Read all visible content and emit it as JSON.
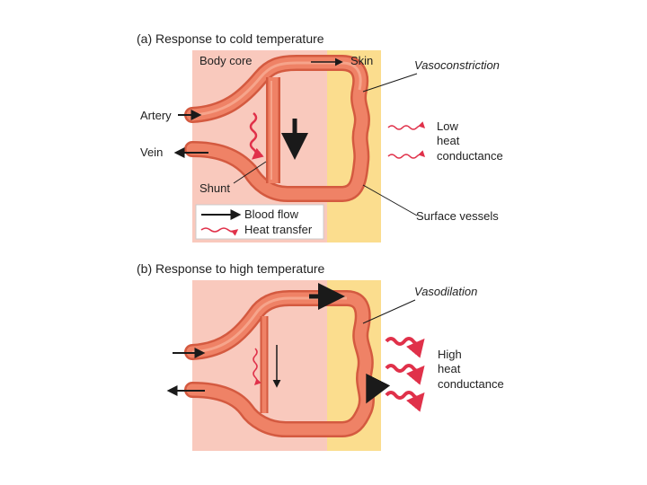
{
  "colors": {
    "core": "#f9c9bd",
    "skin": "#fbdd8e",
    "vessel": "#ef8266",
    "vessel_dark": "#d45a40",
    "vessel_light": "#f6a48b",
    "heat": "#e0314a",
    "arrow": "#1a1a1a"
  },
  "panel_a": {
    "title": "(a) Response to cold temperature",
    "core_label": "Body core",
    "skin_label": "Skin",
    "artery_label": "Artery",
    "vein_label": "Vein",
    "shunt_label": "Shunt",
    "vasoconstriction_label": "Vasoconstriction",
    "low_heat_line1": "Low",
    "low_heat_line2": "heat",
    "low_heat_line3": "conductance",
    "surface_vessels_label": "Surface vessels",
    "legend": {
      "blood_flow": "Blood flow",
      "heat_transfer": "Heat transfer"
    }
  },
  "panel_b": {
    "title": "(b) Response to high temperature",
    "vasodilation_label": "Vasodilation",
    "high_heat_line1": "High",
    "high_heat_line2": "heat",
    "high_heat_line3": "conductance"
  }
}
